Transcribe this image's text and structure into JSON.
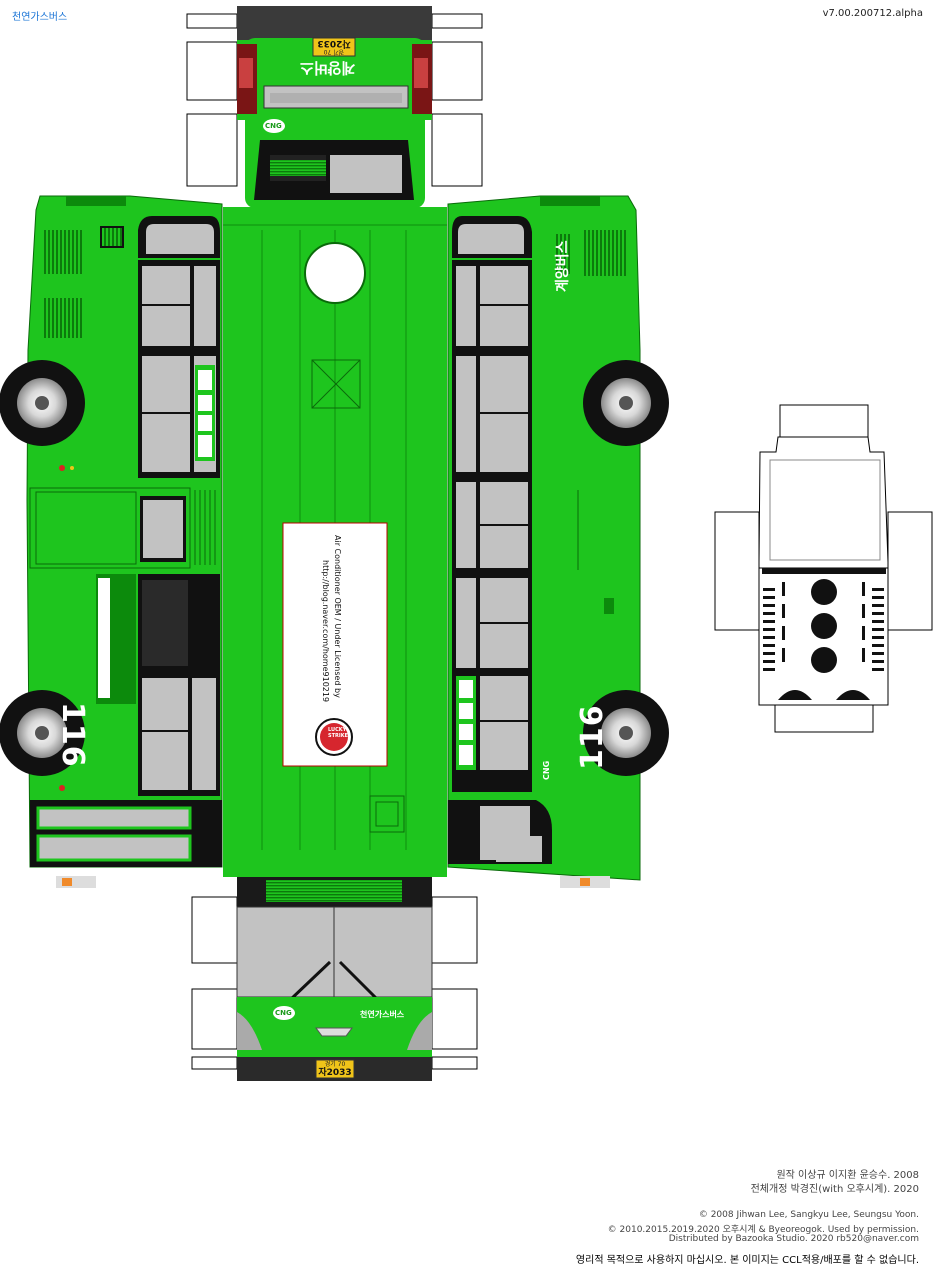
{
  "header": {
    "title": "천연가스버스",
    "version": "v7.00.200712.alpha"
  },
  "bus": {
    "route_number": "116",
    "cng_badge": "CNG",
    "plate_region": "경기 70",
    "plate_number": "자2033",
    "front_company": "천연가스버스",
    "side_company": "계양버스",
    "destination_sign": "계양버스",
    "roof_panel_line1": "Air Conditioner OEM / Under Licensed by",
    "roof_panel_line2": "http://blog.naver.com/home910219",
    "brand": "LUCKY STRIKE",
    "colors": {
      "body": "#1ec51e",
      "dark": "#111111",
      "window": "#c2c2c2"
    }
  },
  "credits": {
    "original": "원작 이상규 이지환 윤승수. 2008",
    "revision": "전체개정 박경진(with 오후시계). 2020",
    "copyright1": "© 2008 Jihwan Lee, Sangkyu Lee, Seungsu Yoon.",
    "copyright2": "© 2010.2015.2019.2020 오후시계 & Byeoreogok. Used by permission.",
    "distribution": "Distributed by Bazooka Studio. 2020   rb520@naver.com",
    "notice": "영리적 목적으로 사용하지 마십시오.   본 이미지는 CCL적용/배포를 할 수 없습니다."
  }
}
